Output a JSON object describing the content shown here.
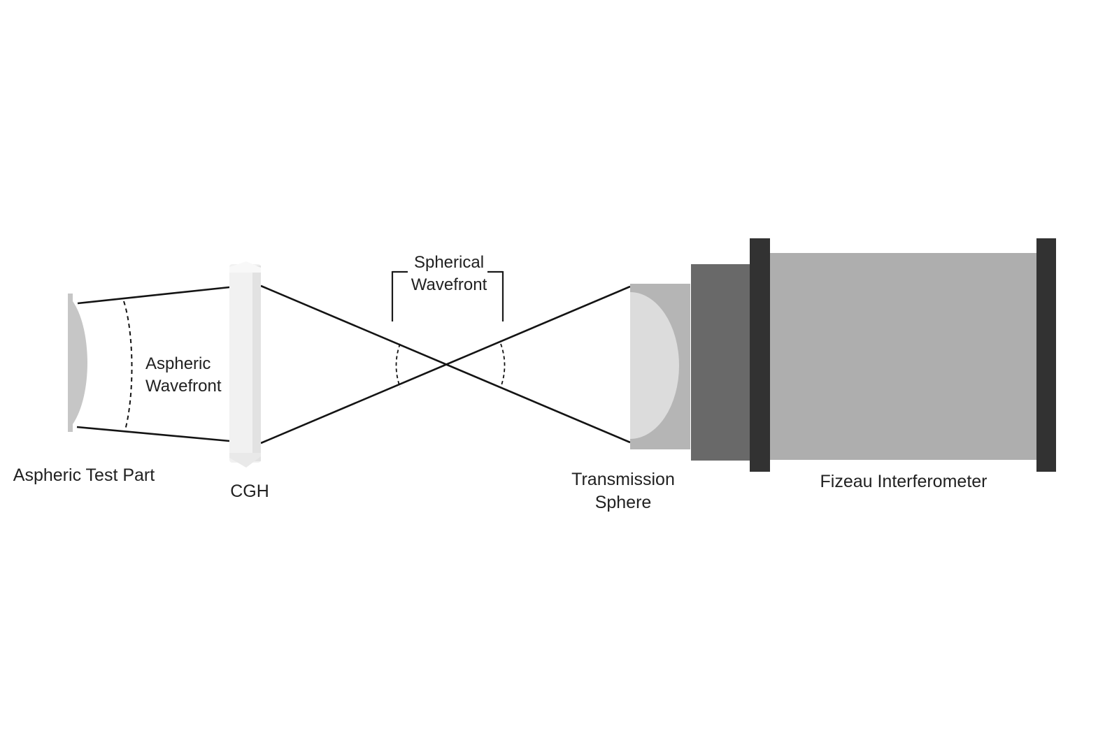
{
  "diagram": {
    "labels": {
      "aspheric_test_part": "Aspheric Test Part",
      "cgh": "CGH",
      "aspheric_wavefront": {
        "line1": "Aspheric",
        "line2": "Wavefront"
      },
      "spherical_wavefront": {
        "line1": "Spherical",
        "line2": "Wavefront"
      },
      "transmission_sphere": {
        "line1": "Transmission",
        "line2": "Sphere"
      },
      "fizeau_interferometer": "Fizeau Interferometer"
    },
    "colors": {
      "background": "#ffffff",
      "test_part": "#c6c6c6",
      "cgh_face": "#f1f1f1",
      "cgh_side": "#e2e2e2",
      "cgh_top_bevel": "#f8f8f8",
      "cgh_bottom_bevel": "#e9e9e9",
      "lens": "#dcdcdc",
      "lens_holder": "#b5b5b5",
      "mount": "#696969",
      "flange": "#323232",
      "body": "#aeaeae",
      "line": "#141414",
      "text": "#212121"
    }
  }
}
